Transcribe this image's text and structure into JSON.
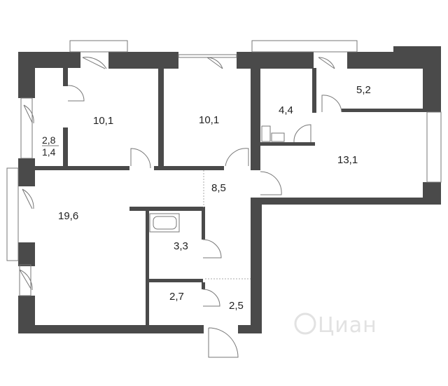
{
  "rooms": [
    {
      "id": "bedroom-left",
      "area": "10,1"
    },
    {
      "id": "bedroom-middle",
      "area": "10,1"
    },
    {
      "id": "wc",
      "area": "4,4"
    },
    {
      "id": "balcony",
      "area": "5,2"
    },
    {
      "id": "kitchen",
      "area": "13,1"
    },
    {
      "id": "hall",
      "area": "8,5"
    },
    {
      "id": "living",
      "area": "19,6"
    },
    {
      "id": "bath",
      "area": "3,3"
    },
    {
      "id": "storage",
      "area": "2,7"
    },
    {
      "id": "entry",
      "area": "2,5"
    },
    {
      "id": "loggia-top",
      "area": "2,8"
    },
    {
      "id": "loggia-bottom",
      "area": "1,4"
    }
  ],
  "watermark": "Циан",
  "colors": {
    "wall": "#4a4a4a",
    "background": "#ffffff",
    "watermark": "#e2e2e2"
  }
}
